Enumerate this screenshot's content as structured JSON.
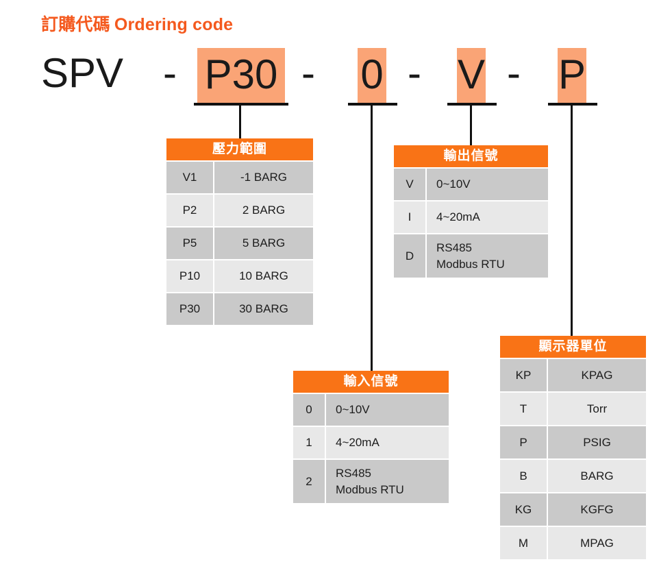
{
  "title": {
    "zh": "訂購代碼",
    "en": "Ordering code"
  },
  "colors": {
    "accent_header": "#F97316",
    "accent_title": "#F4591E",
    "highlight_box": "#FAA476",
    "row_dark": "#C9C9C9",
    "row_light": "#E8E8E8",
    "line": "#111111"
  },
  "ordering_code": {
    "full": "SPV - P30 - 0 - V - P",
    "separator": "-",
    "segments": [
      {
        "text": "SPV",
        "highlighted": false
      },
      {
        "text": "P30",
        "highlighted": true
      },
      {
        "text": "0",
        "highlighted": true
      },
      {
        "text": "V",
        "highlighted": true
      },
      {
        "text": "P",
        "highlighted": true
      }
    ]
  },
  "tables": {
    "pressure_range": {
      "header": "壓力範圍",
      "rows": [
        {
          "key": "V1",
          "value": "-1 BARG"
        },
        {
          "key": "P2",
          "value": "2 BARG"
        },
        {
          "key": "P5",
          "value": "5 BARG"
        },
        {
          "key": "P10",
          "value": "10 BARG"
        },
        {
          "key": "P30",
          "value": "30 BARG"
        }
      ]
    },
    "output_signal": {
      "header": "輸出信號",
      "rows": [
        {
          "key": "V",
          "value": "0~10V"
        },
        {
          "key": "I",
          "value": "4~20mA"
        },
        {
          "key": "D",
          "value": "RS485\nModbus RTU"
        }
      ]
    },
    "input_signal": {
      "header": "輸入信號",
      "rows": [
        {
          "key": "0",
          "value": "0~10V"
        },
        {
          "key": "1",
          "value": "4~20mA"
        },
        {
          "key": "2",
          "value": "RS485\nModbus RTU"
        }
      ]
    },
    "display_unit": {
      "header": "顯示器單位",
      "rows": [
        {
          "key": "KP",
          "value": "KPAG"
        },
        {
          "key": "T",
          "value": "Torr"
        },
        {
          "key": "P",
          "value": "PSIG"
        },
        {
          "key": "B",
          "value": "BARG"
        },
        {
          "key": "KG",
          "value": "KGFG"
        },
        {
          "key": "M",
          "value": "MPAG"
        }
      ]
    }
  }
}
